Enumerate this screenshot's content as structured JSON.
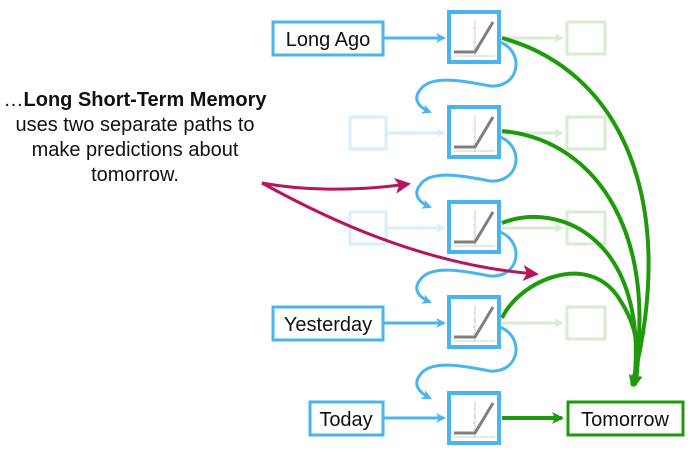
{
  "caption": {
    "prefix": "…",
    "bold": "Long Short-Term Memory",
    "rest": " uses two separate paths to make predictions about tomorrow."
  },
  "inputs": {
    "long_ago": "Long Ago",
    "yesterday": "Yesterday",
    "today": "Today"
  },
  "output": {
    "tomorrow": "Tomorrow"
  },
  "cells": [
    {
      "row": 1,
      "icon": "relu-icon"
    },
    {
      "row": 2,
      "icon": "relu-icon"
    },
    {
      "row": 3,
      "icon": "relu-icon"
    },
    {
      "row": 4,
      "icon": "relu-icon"
    },
    {
      "row": 5,
      "icon": "relu-icon"
    }
  ],
  "colors": {
    "blue": "#4ab4ee",
    "blue_faded": "#d9eefb",
    "green": "#1f9a0b",
    "green_faded": "#d7edd2",
    "magenta": "#b5165d",
    "relu_line": "#7f7f7f"
  }
}
